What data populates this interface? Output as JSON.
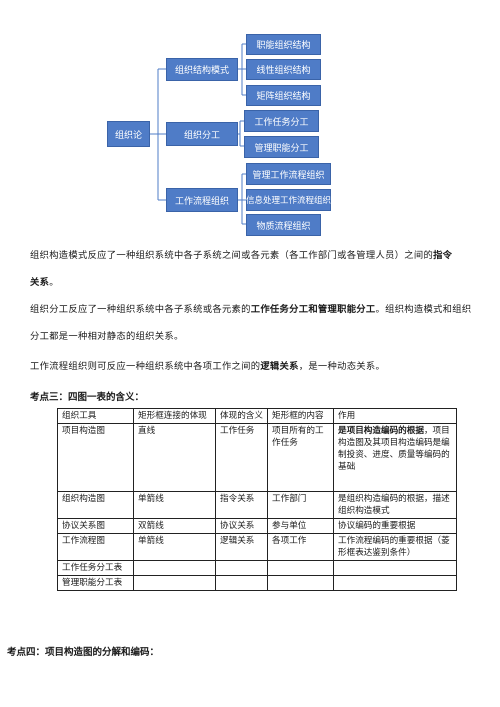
{
  "diagram": {
    "root": "组织论",
    "branches": [
      {
        "label": "组织结构模式",
        "children": [
          "职能组织结构",
          "线性组织结构",
          "矩阵组织结构"
        ]
      },
      {
        "label": "组织分工",
        "children": [
          "工作任务分工",
          "管理职能分工"
        ]
      },
      {
        "label": "工作流程组织",
        "children": [
          "管理工作流程组织",
          "信息处理工作流程组织",
          "物质流程组织"
        ]
      }
    ]
  },
  "para1": {
    "text": "组织构造模式反应了一种组织系统中各子系统之间或各元素（各工作部门或各管理人员）之间的",
    "bold1": "指令",
    "bold2": "关系",
    "end": "。"
  },
  "para2": {
    "text": "组织分工反应了一种组织系统中各子系统或各元素的",
    "bold": "工作任务分工和管理职能分工",
    "rest": "。组织构造模式和组织分工都是一种相对静态的组织关系。"
  },
  "para3": {
    "text": "工作流程组织则可反应一种组织系统中各项工作之间的",
    "bold": "逻辑关系",
    "rest": "，是一种动态关系。"
  },
  "section3_title": "考点三：四图一表的含义：",
  "table": {
    "headers": [
      "组织工具",
      "矩形框连接的体现",
      "体现的含义",
      "矩形框的内容",
      "作用"
    ],
    "rows": [
      {
        "c1": "项目构造图",
        "c2": "直线",
        "c3": "工作任务",
        "c4": "项目所有的工作任务",
        "c5_bold": "是项目构造编码的根据",
        "c5": "，项目构造图及其项目构造编码是编制投资、进度、质量等编码的基础"
      },
      {
        "c1": "组织构造图",
        "c2": "单箭线",
        "c3": "指令关系",
        "c4": "工作部门",
        "c5_bold": "",
        "c5": "是组织构造编码的根据，描述组织构造模式"
      },
      {
        "c1": "协议关系图",
        "c2": "双箭线",
        "c3": "协议关系",
        "c4": "参与单位",
        "c5_bold": "",
        "c5": "协议编码的重要根据"
      },
      {
        "c1": "工作流程图",
        "c2": "单箭线",
        "c3": "逻辑关系",
        "c4": "各项工作",
        "c5_bold": "",
        "c5": "工作流程编码的重要根据（菱形框表达鉴别条件）"
      },
      {
        "c1": "工作任务分工表",
        "c2": "",
        "c3": "",
        "c4": "",
        "c5_bold": "",
        "c5": ""
      },
      {
        "c1": "管理职能分工表",
        "c2": "",
        "c3": "",
        "c4": "",
        "c5_bold": "",
        "c5": ""
      }
    ]
  },
  "section4_title": "考点四：项目构造图的分解和编码："
}
